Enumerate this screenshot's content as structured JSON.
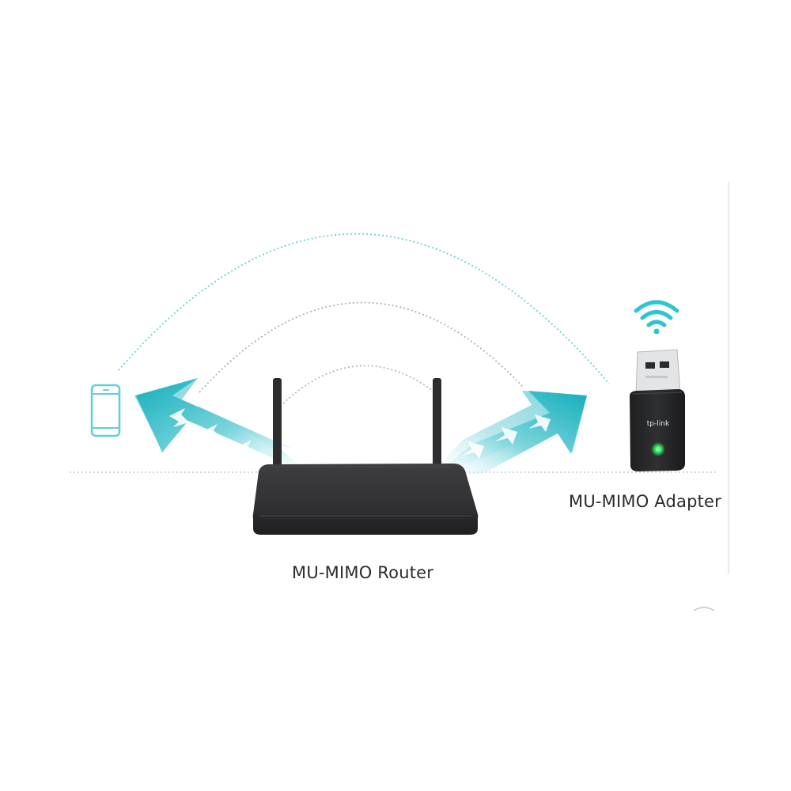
{
  "labels": {
    "router": "MU-MIMO Router",
    "adapter": "MU-MIMO Adapter"
  },
  "adapter_brand": "tp-link",
  "colors": {
    "accent": "#1bb4c0",
    "accent_light": "#bfeaee",
    "device_dark": "#2c2c2e",
    "led": "#2fd35a",
    "phone_outline": "#5fcfe0",
    "text": "#2b2b2b"
  },
  "icons": {
    "phone": "smartphone-icon",
    "wifi": "wifi-icon",
    "router": "router-device",
    "adapter": "usb-adapter-device"
  }
}
